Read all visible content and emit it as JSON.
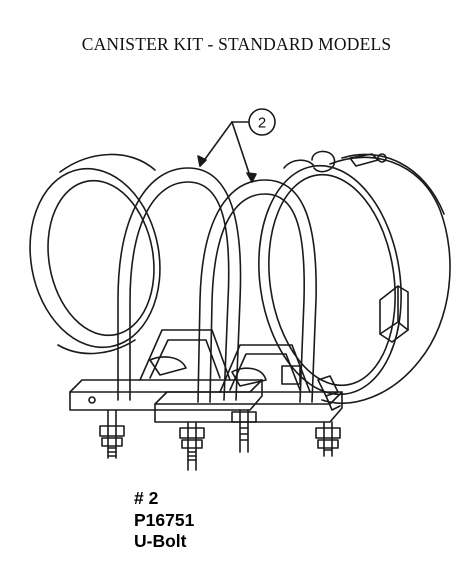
{
  "title": "CANISTER KIT - STANDARD MODELS",
  "callout": {
    "label": "2"
  },
  "part": {
    "number_label": "# 2",
    "part_number": "P16751",
    "name": "U-Bolt"
  }
}
